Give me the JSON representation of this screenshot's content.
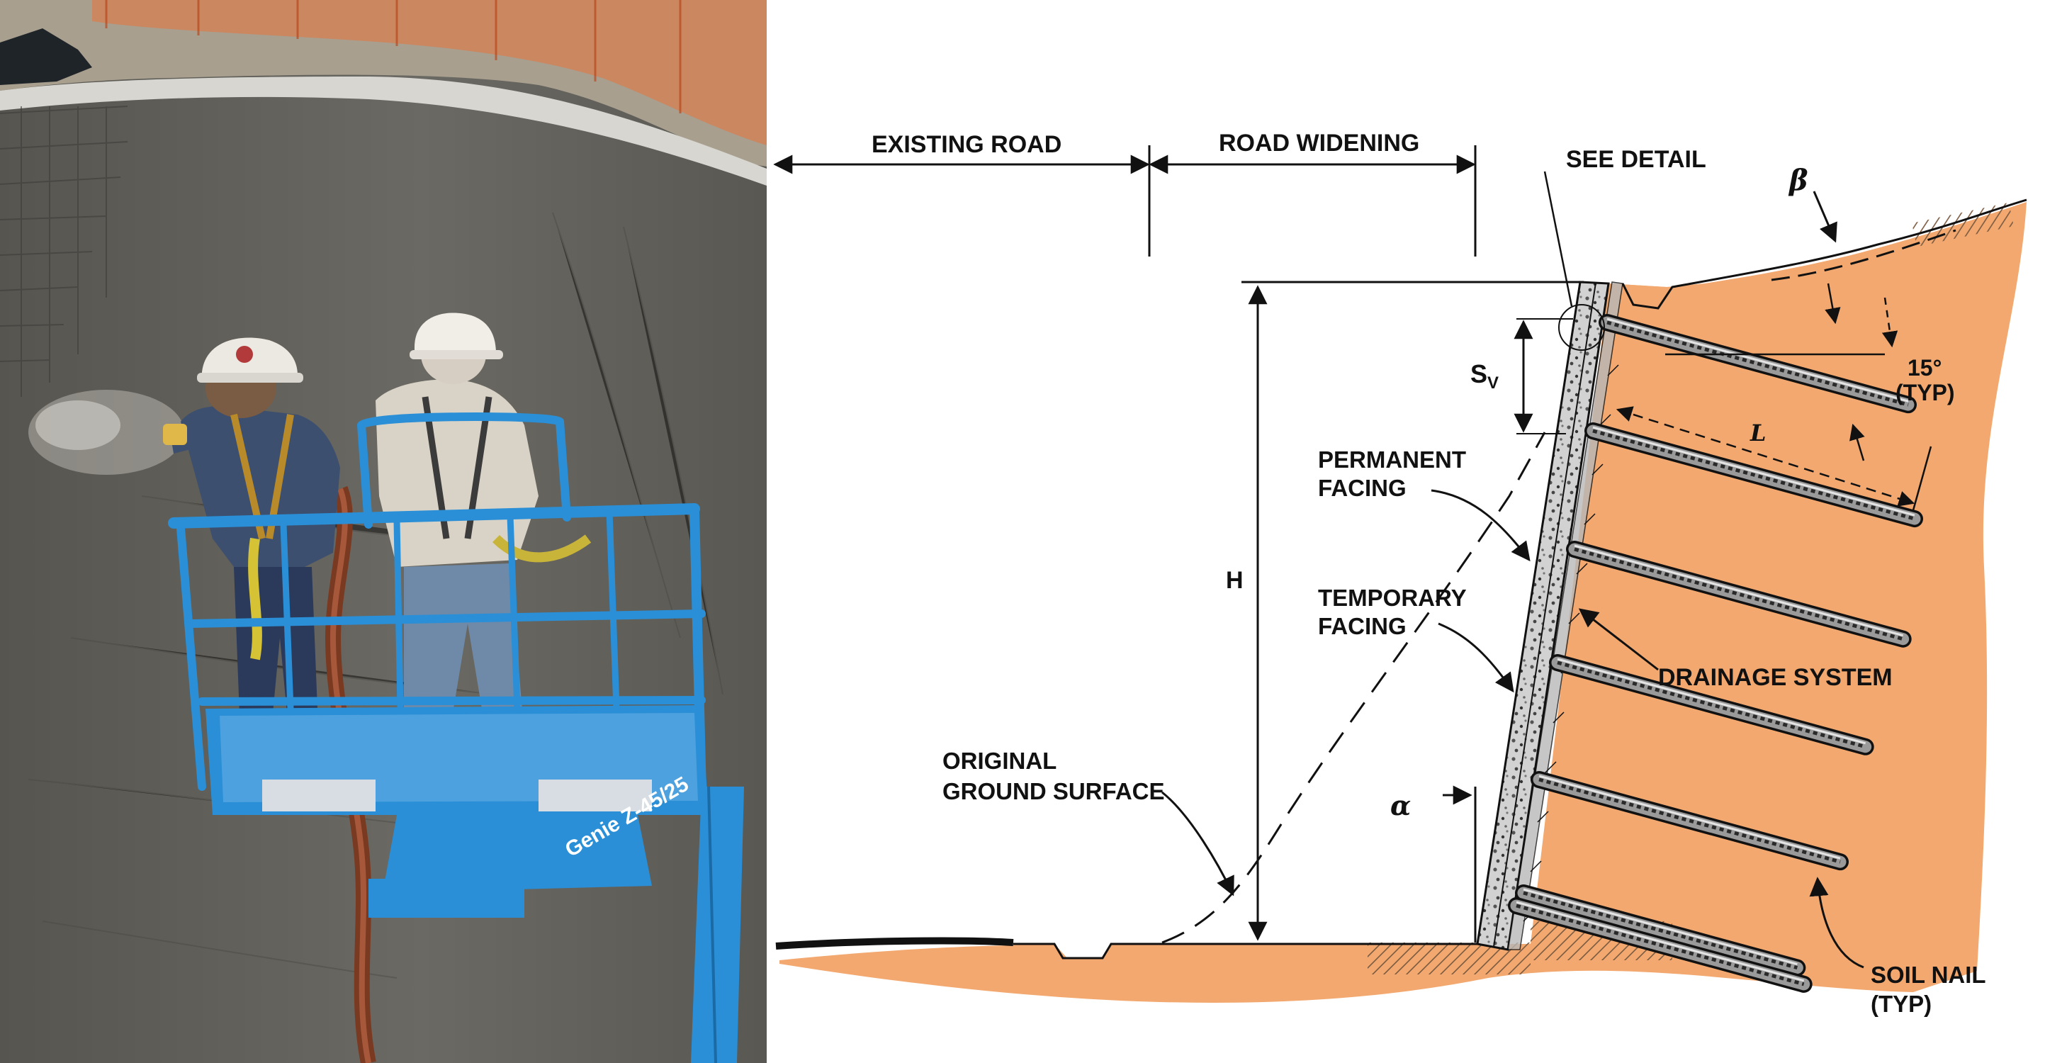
{
  "photo": {
    "scene": "shotcrete-spraying-on-excavation-wall",
    "lift_model_text": "Genie Z-45/25"
  },
  "diagram": {
    "labels": {
      "existing_road": "EXISTING ROAD",
      "road_widening": "ROAD WIDENING",
      "see_detail": "SEE DETAIL",
      "beta": "β",
      "alpha": "α",
      "angle_15": "15°",
      "angle_15_typ": "(TYP)",
      "sv_main": "S",
      "sv_sub": "V",
      "length": "L",
      "height": "H",
      "permanent_facing_1": "PERMANENT",
      "permanent_facing_2": "FACING",
      "temporary_facing_1": "TEMPORARY",
      "temporary_facing_2": "FACING",
      "drainage_system": "DRAINAGE SYSTEM",
      "original_ground_1": "ORIGINAL",
      "original_ground_2": "GROUND SURFACE",
      "soil_nail_1": "SOIL NAIL",
      "soil_nail_2": "(TYP)"
    },
    "colors": {
      "soil": "#f2a86f",
      "ink": "#111111",
      "concrete": "#c9c9c9",
      "lift_blue": "#2a8fd6",
      "shotcrete_gray": "#6d6b66"
    },
    "nail_count": 7
  }
}
